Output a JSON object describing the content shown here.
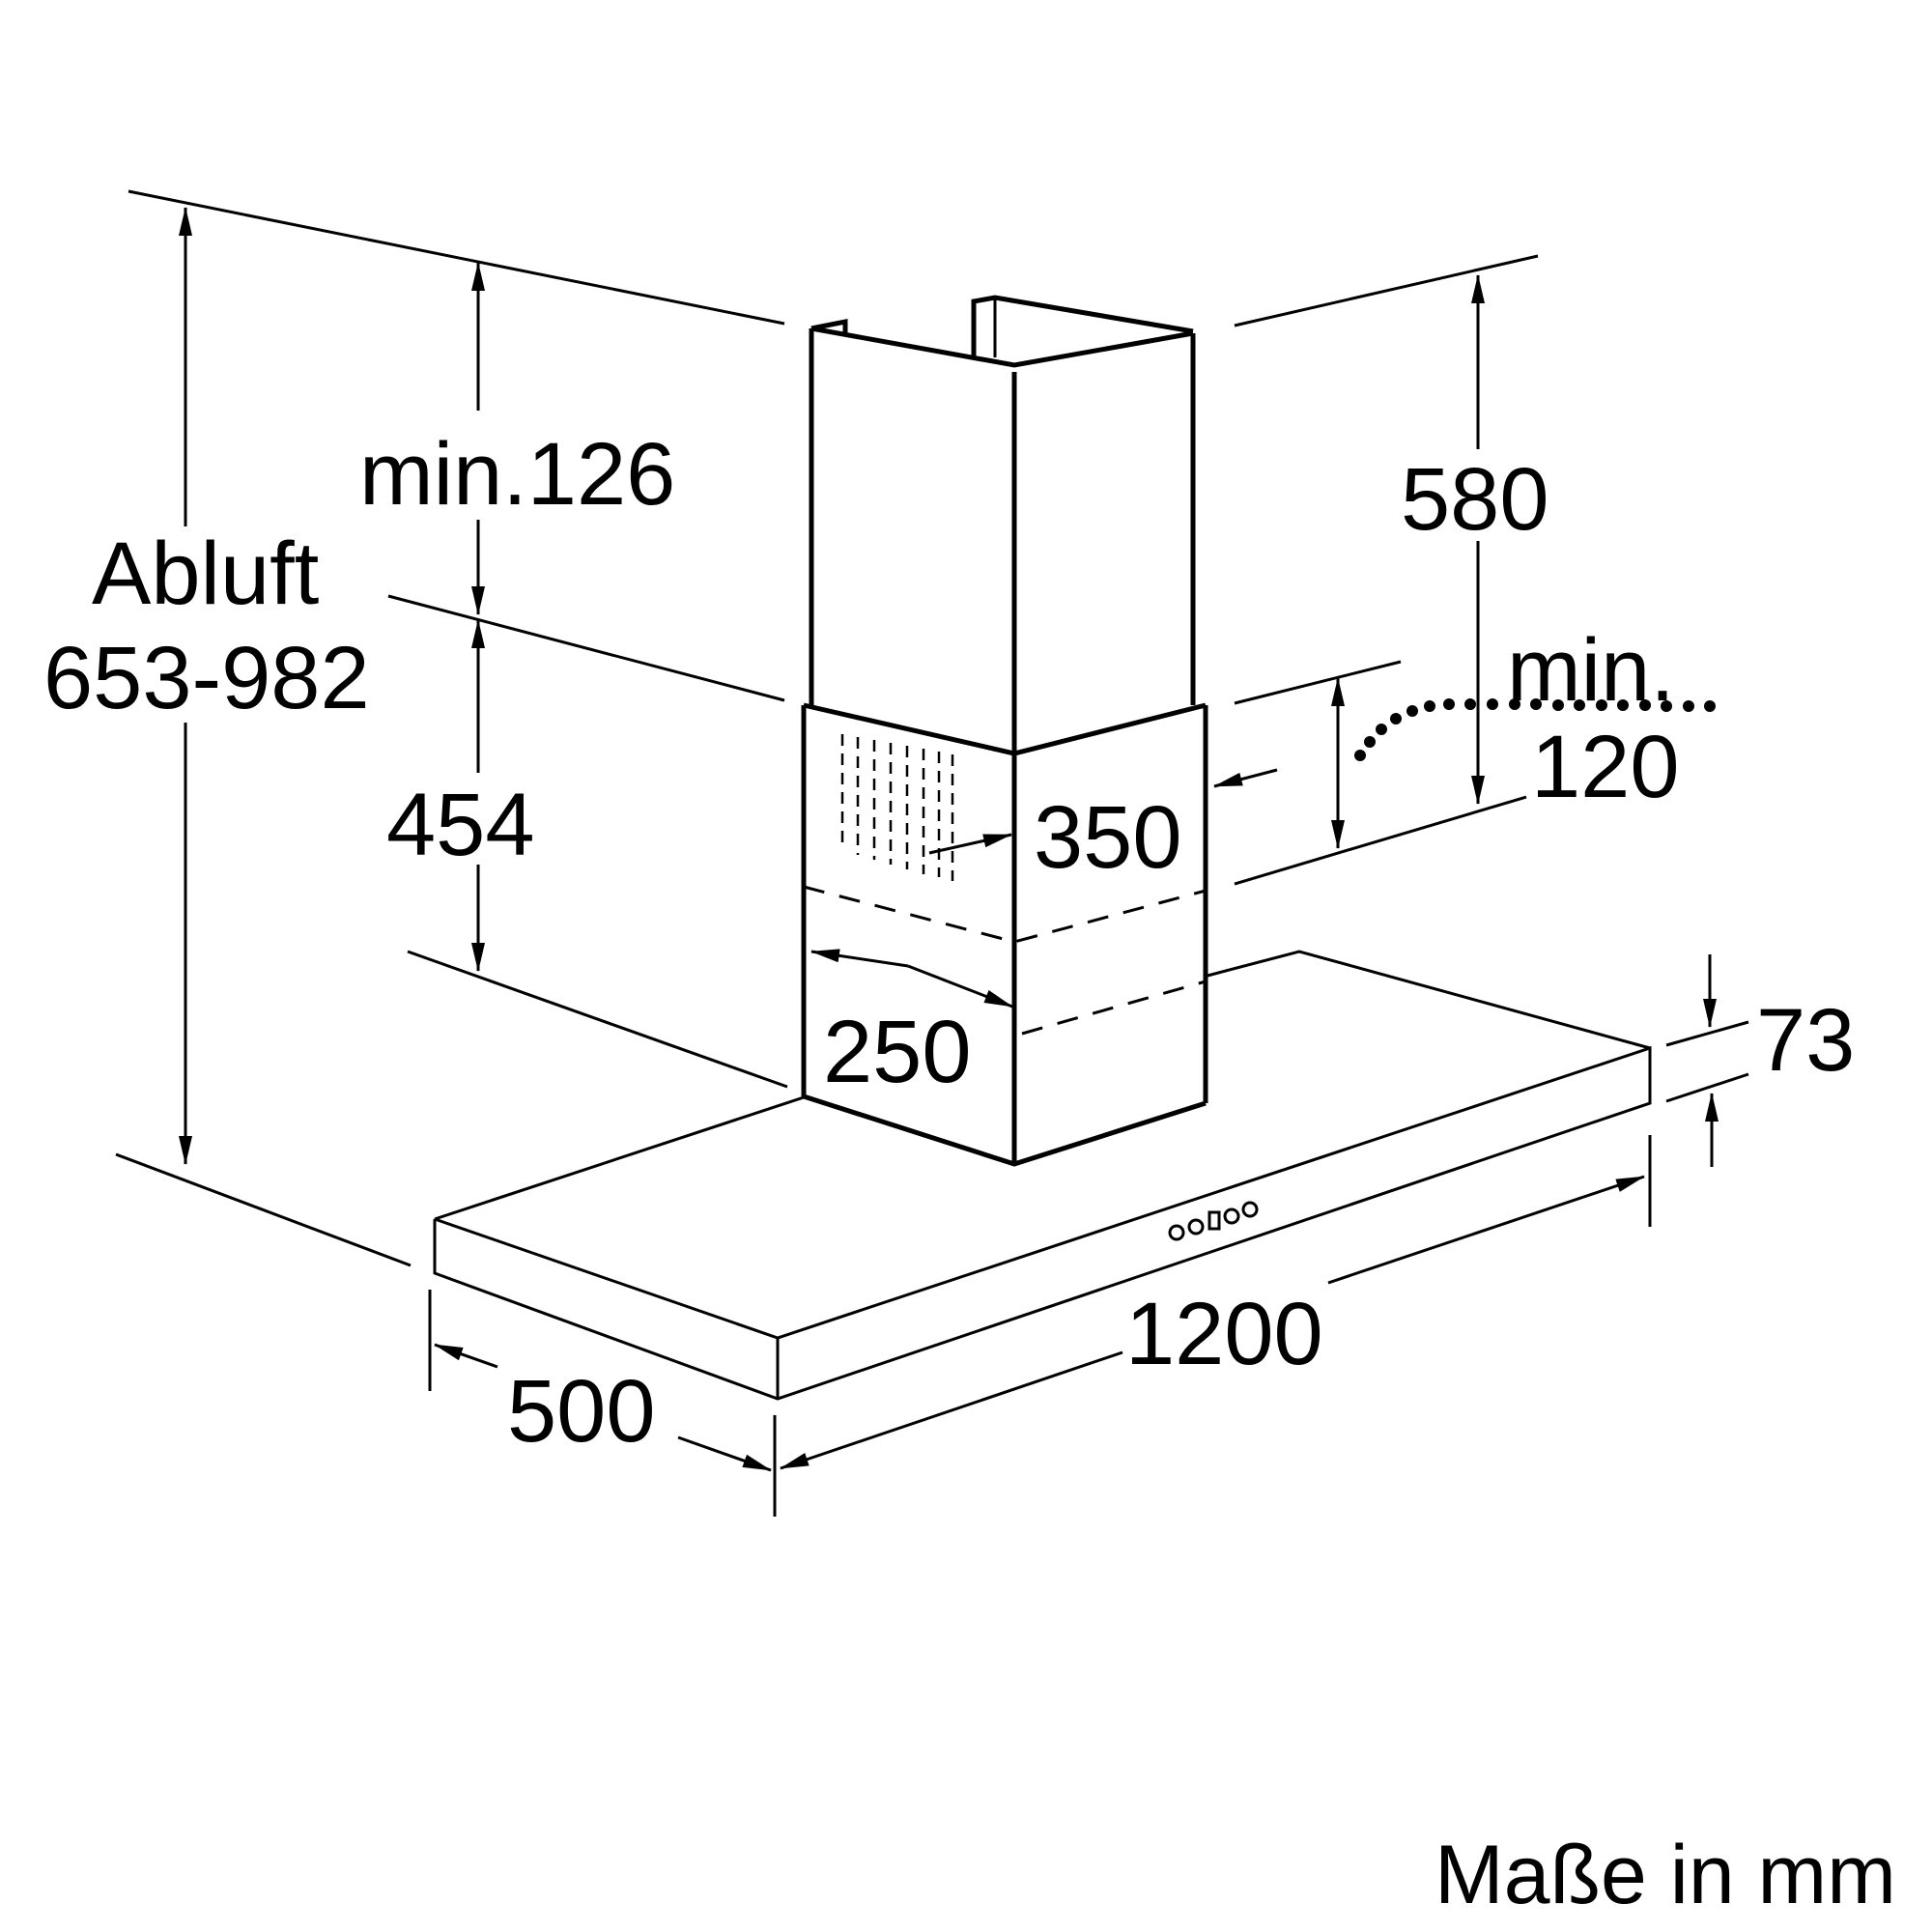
{
  "labels": {
    "abluft": "Abluft",
    "abluft_range": "653-982",
    "min_126": "min.126",
    "d454": "454",
    "d580": "580",
    "min": "min.",
    "d120": "120",
    "d350": "350",
    "d250": "250",
    "d73": "73",
    "d1200": "1200",
    "d500": "500",
    "units": "Maße in mm"
  }
}
